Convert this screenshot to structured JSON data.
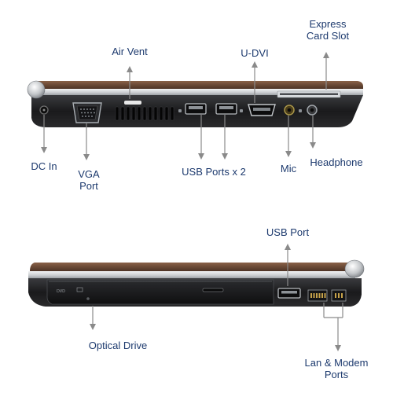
{
  "labels": {
    "express_card_slot": {
      "line1": "Express",
      "line2": "Card Slot"
    },
    "air_vent": "Air Vent",
    "u_dvi": "U-DVI",
    "dc_in": "DC In",
    "vga_port": {
      "line1": "VGA",
      "line2": "Port"
    },
    "usb_ports_x2": "USB Ports x 2",
    "mic": "Mic",
    "headphone": "Headphone",
    "usb_port": "USB Port",
    "optical_drive": "Optical Drive",
    "lan_modem_ports": {
      "line1": "Lan & Modem",
      "line2": "Ports"
    }
  },
  "colors": {
    "label_text": "#1d3a6e",
    "leader_line": "#8a8a8a",
    "lid_brown": "#6b4a36",
    "chassis_silver": "#c9cccf",
    "body_black": "#1a1a1c"
  }
}
